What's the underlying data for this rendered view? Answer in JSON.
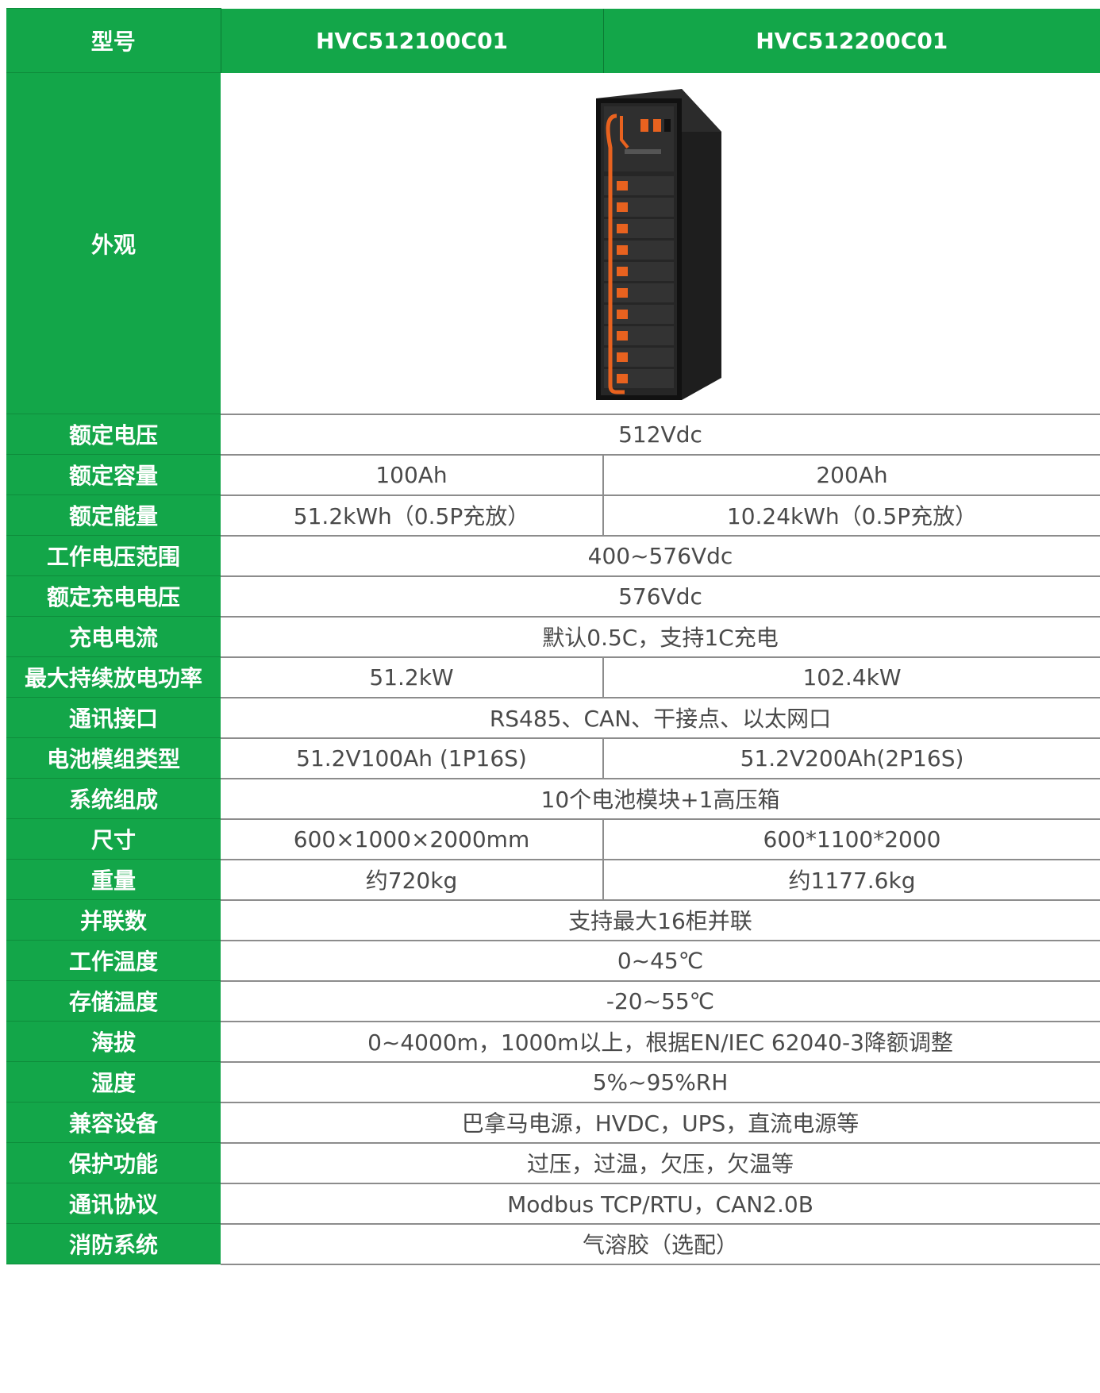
{
  "header": {
    "model_label": "型号",
    "models": [
      "HVC512100C01",
      "HVC512200C01"
    ]
  },
  "appearance": {
    "label": "外观",
    "image_icon": "battery-cabinet-image"
  },
  "rows": [
    {
      "label": "额定电压",
      "value": "512Vdc"
    },
    {
      "label": "额定容量",
      "values": [
        "100Ah",
        "200Ah"
      ]
    },
    {
      "label": "额定能量",
      "values": [
        "51.2kWh（0.5P充放）",
        "10.24kWh（0.5P充放）"
      ]
    },
    {
      "label": "工作电压范围",
      "value": "400~576Vdc"
    },
    {
      "label": "额定充电电压",
      "value": "576Vdc"
    },
    {
      "label": "充电电流",
      "value": "默认0.5C，支持1C充电"
    },
    {
      "label": "最大持续放电功率",
      "values": [
        "51.2kW",
        "102.4kW"
      ]
    },
    {
      "label": "通讯接口",
      "value": "RS485、CAN、干接点、以太网口"
    },
    {
      "label": "电池模组类型",
      "values": [
        "51.2V100Ah (1P16S)",
        "51.2V200Ah(2P16S)"
      ]
    },
    {
      "label": "系统组成",
      "value": "10个电池模块+1高压箱"
    },
    {
      "label": "尺寸",
      "values": [
        "600×1000×2000mm",
        "600*1100*2000"
      ]
    },
    {
      "label": "重量",
      "values": [
        "约720kg",
        "约1177.6kg"
      ]
    },
    {
      "label": "并联数",
      "value": "支持最大16柜并联"
    },
    {
      "label": "工作温度",
      "value": "0~45℃"
    },
    {
      "label": "存储温度",
      "value": "-20~55℃"
    },
    {
      "label": "海拔",
      "value": "0~4000m，1000m以上，根据EN/IEC 62040-3降额调整"
    },
    {
      "label": "湿度",
      "value": "5%~95%RH"
    },
    {
      "label": "兼容设备",
      "value": "巴拿马电源，HVDC，UPS，直流电源等"
    },
    {
      "label": "保护功能",
      "value": "过压，过温，欠压，欠温等"
    },
    {
      "label": "通讯协议",
      "value": "Modbus TCP/RTU，CAN2.0B"
    },
    {
      "label": "消防系统",
      "value": "气溶胶（选配）"
    }
  ],
  "colors": {
    "label_bg": "#13a649",
    "label_text": "#ffffff",
    "value_text": "#4a4a4a",
    "divider": "#8c8c8c",
    "cable": "#e8621f"
  }
}
